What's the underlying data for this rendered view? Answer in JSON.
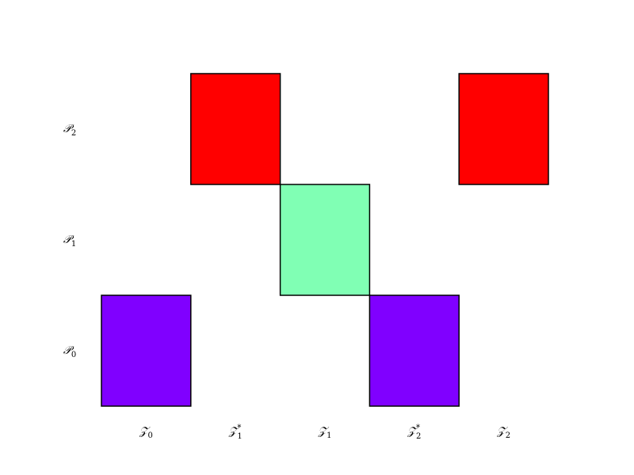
{
  "chart_data": {
    "type": "heatmap",
    "title": "",
    "xlabel": "",
    "ylabel": "",
    "x_categories": [
      {
        "base": "𝒵",
        "sub": "0",
        "sup": ""
      },
      {
        "base": "𝒵",
        "sub": "1",
        "sup": "*"
      },
      {
        "base": "𝒵",
        "sub": "1",
        "sup": ""
      },
      {
        "base": "𝒵",
        "sub": "2",
        "sup": "*"
      },
      {
        "base": "𝒵",
        "sub": "2",
        "sup": ""
      }
    ],
    "y_categories": [
      {
        "base": "𝒫",
        "sub": "0"
      },
      {
        "base": "𝒫",
        "sub": "1"
      },
      {
        "base": "𝒫",
        "sub": "2"
      }
    ],
    "cells": [
      {
        "x": 0,
        "y": 0,
        "value": 0,
        "color": "#8000ff"
      },
      {
        "x": 3,
        "y": 0,
        "value": 0,
        "color": "#8000ff"
      },
      {
        "x": 2,
        "y": 1,
        "value": 1,
        "color": "#80ffb4"
      },
      {
        "x": 1,
        "y": 2,
        "value": 2,
        "color": "#ff0000"
      },
      {
        "x": 4,
        "y": 2,
        "value": 2,
        "color": "#ff0000"
      }
    ],
    "grid": false
  }
}
